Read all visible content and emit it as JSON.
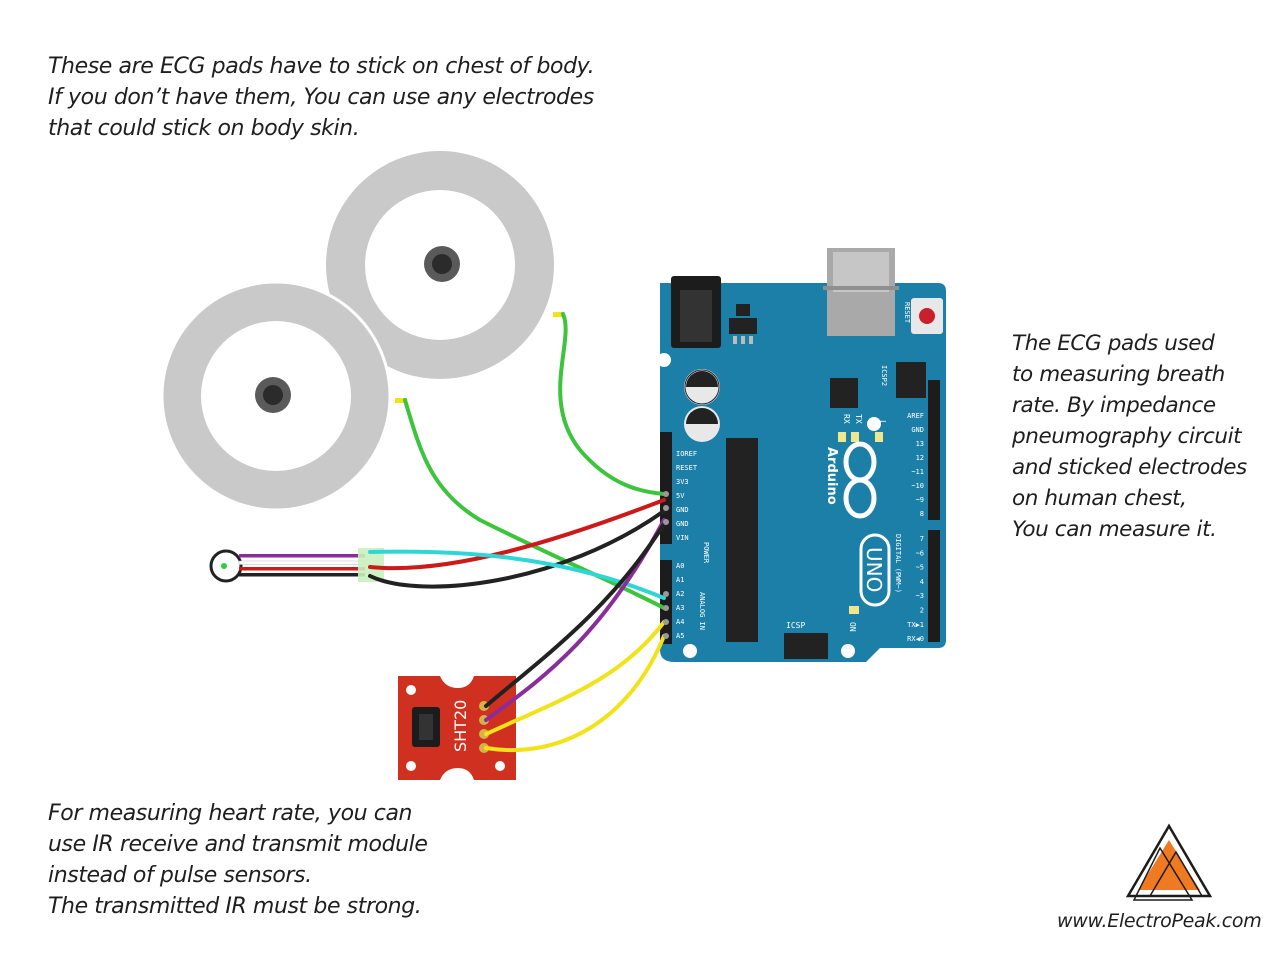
{
  "notes": {
    "top": [
      "These are ECG pads have to stick on chest of body.",
      "If you don’t have them, You can use any electrodes",
      "that could stick on body skin."
    ],
    "right": [
      "The ECG pads used",
      "to measuring breath",
      "rate. By impedance",
      "pneumography circuit",
      "and sticked electrodes",
      "on human chest,",
      "You can measure it."
    ],
    "bottom": [
      "For measuring heart rate, you can",
      "use IR receive and transmit module",
      "instead of pulse sensors.",
      "The transmitted IR must be strong."
    ]
  },
  "board": {
    "brand": "Arduino",
    "model": "UNO",
    "tm": "™",
    "reset_label": "RESET",
    "icsp_label": "ICSP",
    "icsp2_label": "ICSP2",
    "on_label": "ON",
    "tx_label": "TX",
    "rx_label": "RX",
    "l_label": "L",
    "power_header_label": "POWER",
    "analog_header_label": "ANALOG IN",
    "digital_header_label": "DIGITAL (PWM~)",
    "power_pins": [
      "IOREF",
      "RESET",
      "3V3",
      "5V",
      "GND",
      "GND",
      "VIN"
    ],
    "analog_pins": [
      "A0",
      "A1",
      "A2",
      "A3",
      "A4",
      "A5"
    ],
    "digital_top_pins": [
      "AREF",
      "GND",
      "13",
      "12",
      "~11",
      "~10",
      "~9",
      "8"
    ],
    "digital_bottom_pins": [
      "7",
      "~6",
      "~5",
      "4",
      "~3",
      "2",
      "TX▶1",
      "RX◀0"
    ]
  },
  "sensor": {
    "label": "SHT20"
  },
  "brand": {
    "website": "www.ElectroPeak.com"
  },
  "colors": {
    "board": "#1b7fa8",
    "pad_outer": "#c9c9c9",
    "pad_inner": "#ffffff",
    "sensor_pcb": "#d0301f",
    "wire_green": "#3cc43c",
    "wire_red": "#cc1a1a",
    "wire_black": "#222222",
    "wire_purple": "#8a2d9a",
    "wire_cyan": "#2fd6d6",
    "wire_yellow": "#f2e21a",
    "logo_orange": "#f07a22"
  }
}
